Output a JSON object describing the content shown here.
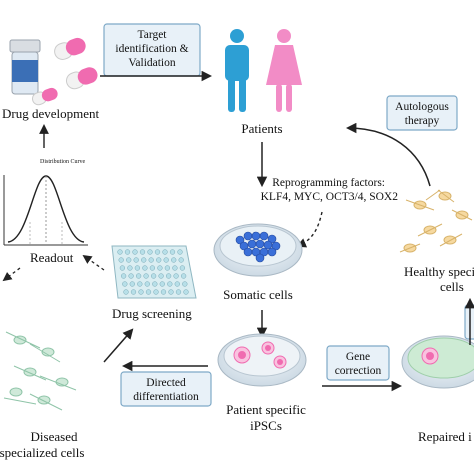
{
  "labels": {
    "drug_development": "Drug development",
    "patients": "Patients",
    "readout": "Readout",
    "drug_screening": "Drug screening",
    "somatic_cells": "Somatic cells",
    "patient_specific_1": "Patient specific",
    "patient_specific_2": "iPSCs",
    "diseased_1": "Diseased",
    "diseased_2": "specialized cells",
    "healthy_1": "Healthy speci",
    "healthy_2": "cells",
    "repaired": "Repaired i",
    "reprogramming_1": "Reprogramming factors:",
    "reprogramming_2": "KLF4, MYC, OCT3/4, SOX2",
    "distribution_curve": "Distribution Curve"
  },
  "boxes": {
    "target_1": "Target",
    "target_2": "identification &",
    "target_3": "Validation",
    "autologous_1": "Autologous",
    "autologous_2": "therapy",
    "gene_1": "Gene",
    "gene_2": "correction",
    "directed_1": "Directed",
    "directed_2": "differentiation"
  },
  "colors": {
    "male_figure": "#2d9fd4",
    "female_figure": "#f28cc6",
    "box_fill": "#e8f1f8",
    "cell_blue": "#3a6fd8",
    "cell_pink": "#f06bb0",
    "cell_green": "#8fd39a",
    "neuron_yellow": "#f2c97a",
    "neuron_green": "#9fd1b5",
    "arrow": "#222222"
  },
  "icons": [
    "pill-bottle-icon",
    "capsule-icon",
    "male-figure-icon",
    "female-figure-icon",
    "bell-curve-icon",
    "well-plate-icon",
    "petri-dish-icon",
    "neuron-cluster-icon"
  ]
}
